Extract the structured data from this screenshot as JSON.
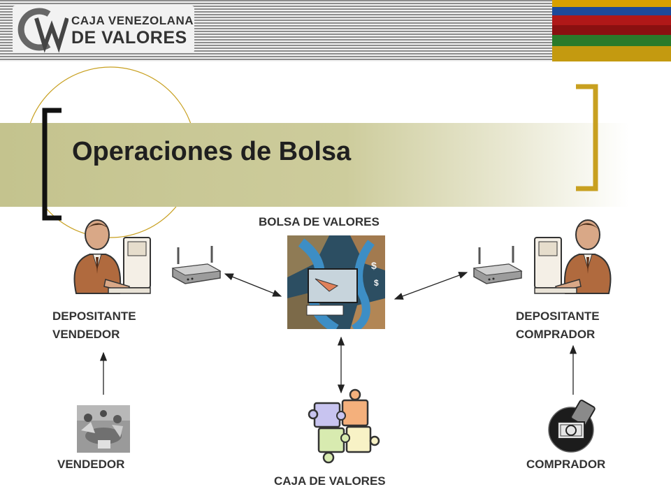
{
  "header": {
    "logo_line1": "CAJA VENEZOLANA",
    "logo_line2": "DE VALORES",
    "flag_colors": [
      "#d8a000",
      "#1d4a9a",
      "#b01818",
      "#2a7a2a",
      "#c49a10"
    ]
  },
  "slide": {
    "title": "Operaciones de Bolsa",
    "accent_color": "#c8a020"
  },
  "diagram": {
    "bolsa_label": "BOLSA DE VALORES",
    "depositante_vendedor": [
      "DEPOSITANTE",
      "VENDEDOR"
    ],
    "depositante_comprador": [
      "DEPOSITANTE",
      "COMPRADOR"
    ],
    "vendedor_label": "VENDEDOR",
    "comprador_label": "COMPRADOR",
    "caja_label": "CAJA DE VALORES"
  }
}
